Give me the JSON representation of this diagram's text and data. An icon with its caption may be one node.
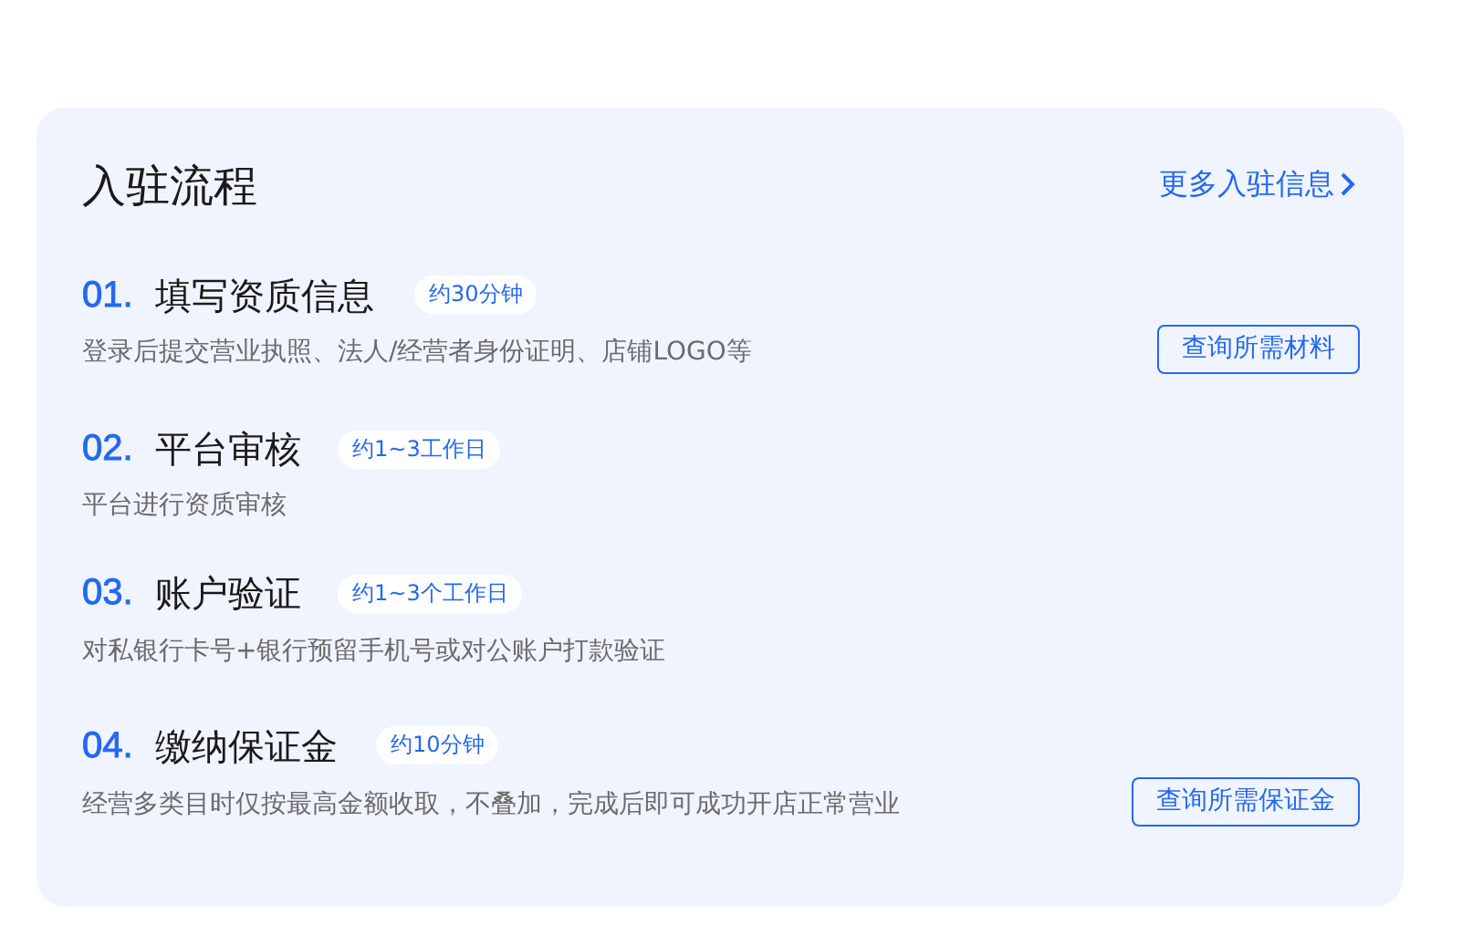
{
  "diagram": {
    "nodes": [
      {
        "text": [
          "入驻流程"
        ]
      },
      {
        "text": [
          "约30分钟"
        ],
        "in": 0
      },
      {
        "text": [
          "查询所需材料"
        ],
        "in": 0
      },
      {
        "text": [
          "约1~3工作日"
        ],
        "in": 0
      },
      {
        "text": [
          "约1~3个工作日"
        ],
        "in": 0
      },
      {
        "text": [
          "约10分钟"
        ],
        "in": 0
      },
      {
        "text": [
          "查询所需保证金"
        ],
        "in": 0
      }
    ],
    "labels": [
      "更多入驻信息",
      "01.",
      "填写资质信息",
      "登录后提交营业执照、法人/经营者身份证明、店铺LOGO等",
      "02.",
      "平台审核",
      "平台进行资质审核",
      "03.",
      "账户验证",
      "对私银行卡号+银行预留手机号或对公账户打款验证",
      "04.",
      "缴纳保证金",
      "经营多类目时仅按最高金额收取，不叠加，完成后即可成功开店正常营业"
    ]
  }
}
